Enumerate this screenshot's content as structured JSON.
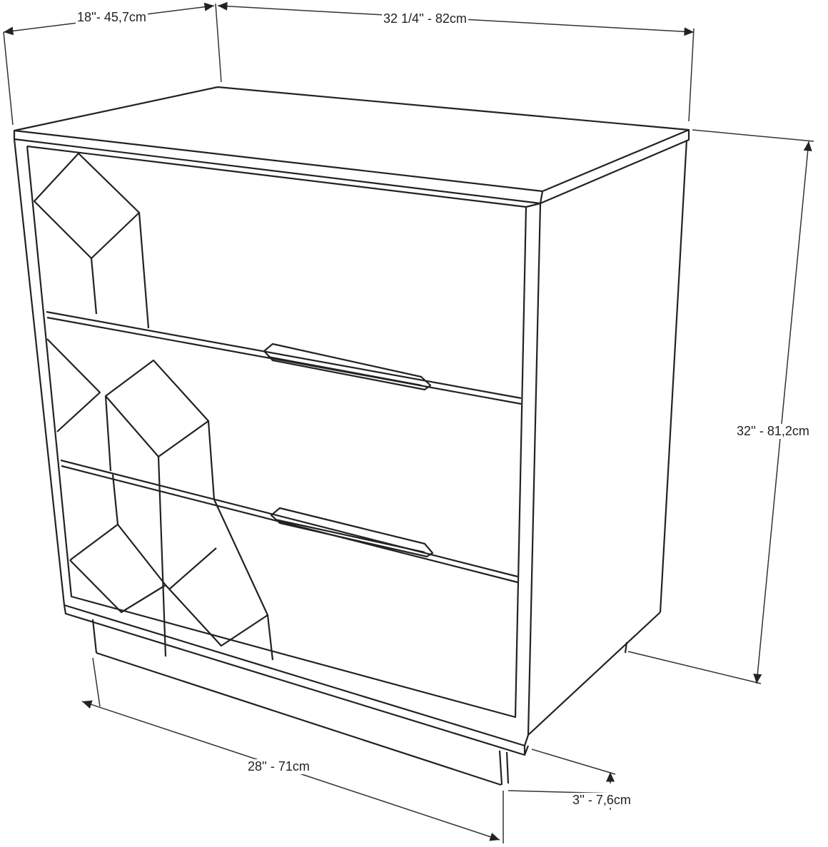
{
  "dimensions": {
    "depth": "18''- 45,7cm",
    "width": "32 1/4'' - 82cm",
    "height": "32'' - 81,2cm",
    "base_width": "28'' - 71cm",
    "base_height": "3'' - 7,6cm"
  },
  "colors": {
    "line": "#222222",
    "background": "#ffffff"
  }
}
